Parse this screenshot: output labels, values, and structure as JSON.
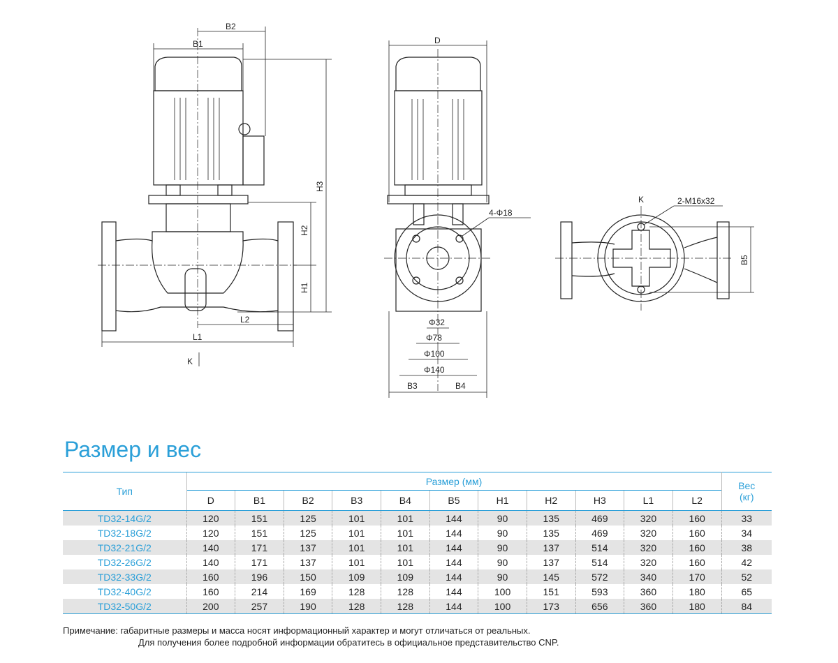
{
  "drawing": {
    "side_view": {
      "b1": "B1",
      "b2": "B2",
      "h1": "H1",
      "h2": "H2",
      "h3": "H3",
      "l1": "L1",
      "l2": "L2",
      "k": "K"
    },
    "front_view": {
      "d": "D",
      "holes": "4-Φ18",
      "d32": "Φ32",
      "d78": "Φ78",
      "d100": "Φ100",
      "d140": "Φ140",
      "b3": "B3",
      "b4": "B4"
    },
    "top_view": {
      "k": "K",
      "bolts": "2-M16x32",
      "b5": "B5"
    }
  },
  "section_title": "Размер и вес",
  "table": {
    "type_header": "Тип",
    "size_header": "Размер (мм)",
    "weight_header": "Вес (кг)",
    "columns": [
      "D",
      "B1",
      "B2",
      "B3",
      "B4",
      "B5",
      "H1",
      "H2",
      "H3",
      "L1",
      "L2"
    ],
    "rows": [
      {
        "model": "TD32-14G/2",
        "values": [
          "120",
          "151",
          "125",
          "101",
          "101",
          "144",
          "90",
          "135",
          "469",
          "320",
          "160"
        ],
        "weight": "33"
      },
      {
        "model": "TD32-18G/2",
        "values": [
          "120",
          "151",
          "125",
          "101",
          "101",
          "144",
          "90",
          "135",
          "469",
          "320",
          "160"
        ],
        "weight": "34"
      },
      {
        "model": "TD32-21G/2",
        "values": [
          "140",
          "171",
          "137",
          "101",
          "101",
          "144",
          "90",
          "137",
          "514",
          "320",
          "160"
        ],
        "weight": "38"
      },
      {
        "model": "TD32-26G/2",
        "values": [
          "140",
          "171",
          "137",
          "101",
          "101",
          "144",
          "90",
          "137",
          "514",
          "320",
          "160"
        ],
        "weight": "42"
      },
      {
        "model": "TD32-33G/2",
        "values": [
          "160",
          "196",
          "150",
          "109",
          "109",
          "144",
          "90",
          "145",
          "572",
          "340",
          "170"
        ],
        "weight": "52"
      },
      {
        "model": "TD32-40G/2",
        "values": [
          "160",
          "214",
          "169",
          "128",
          "128",
          "144",
          "100",
          "151",
          "593",
          "360",
          "180"
        ],
        "weight": "65"
      },
      {
        "model": "TD32-50G/2",
        "values": [
          "200",
          "257",
          "190",
          "128",
          "128",
          "144",
          "100",
          "173",
          "656",
          "360",
          "180"
        ],
        "weight": "84"
      }
    ]
  },
  "note": {
    "line1": "Примечание: габаритные размеры и масса носят информационный характер и могут отличаться от реальных.",
    "line2": "Для получения более подробной информации обратитесь в официальное представительство CNP."
  }
}
